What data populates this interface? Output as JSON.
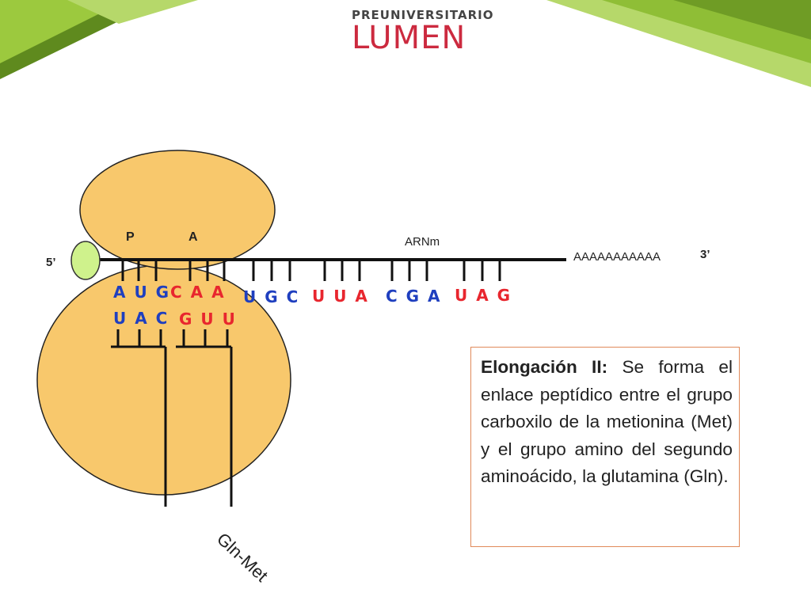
{
  "brand": {
    "top": "PREUNIVERSITARIO",
    "name": "LUMEN"
  },
  "colors": {
    "ribosome": "#f8c86c",
    "cap": "#cff28c",
    "codon_red": "#e8262e",
    "codon_blue": "#1f3fbf",
    "box_border": "#e08a5a",
    "corner_green": "#8fbe36"
  },
  "diagram": {
    "site_p": "P",
    "site_a": "A",
    "mrna_label": "ARNm",
    "end5": "5’",
    "end3": "3’",
    "poly_a": "AAAAAAAAAAA",
    "mrna_codons": [
      "A U G",
      "C A A",
      "U G C",
      "U U A",
      "C G A",
      "U A G"
    ],
    "trna_anticodons": [
      "U A C",
      "G U U"
    ],
    "peptide_label": "Gln-Met"
  },
  "textbox": {
    "title": "Elongación II:",
    "body": "Se forma el enlace peptídico entre el grupo carboxilo de la metionina (Met) y el grupo amino del segundo aminoácido, la glutamina (Gln)."
  }
}
